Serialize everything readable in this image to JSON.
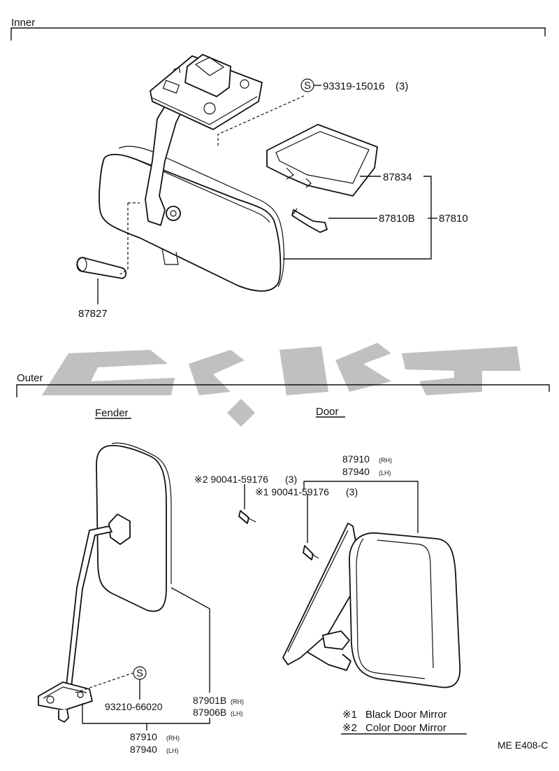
{
  "sections": {
    "inner": "Inner",
    "outer": "Outer",
    "fender": "Fender",
    "door": "Door"
  },
  "inner_parts": {
    "screw": "93319-15016",
    "screw_qty": "(3)",
    "screw_symbol": "S",
    "cover": "87834",
    "bulb": "87810B",
    "mirror_assy": "87810",
    "pad": "87827"
  },
  "fender_parts": {
    "screw_symbol": "S",
    "screw": "93210-66020",
    "mirror_rh": "87901B",
    "mirror_lh": "87906B",
    "assy_rh": "87910",
    "assy_lh": "87940",
    "rh": "(RH)",
    "lh": "(LH)"
  },
  "door_parts": {
    "assy_rh": "87910",
    "assy_lh": "87940",
    "rh": "(RH)",
    "lh": "(LH)",
    "bolt2": "※2 90041-59176",
    "bolt2_qty": "(3)",
    "bolt1": "※1 90041-59176",
    "bolt1_qty": "(3)"
  },
  "legend": {
    "note1_mark": "※1",
    "note1": "Black Door Mirror",
    "note2_mark": "※2",
    "note2": "Color Door Mirror"
  },
  "code": "ME E408-C"
}
